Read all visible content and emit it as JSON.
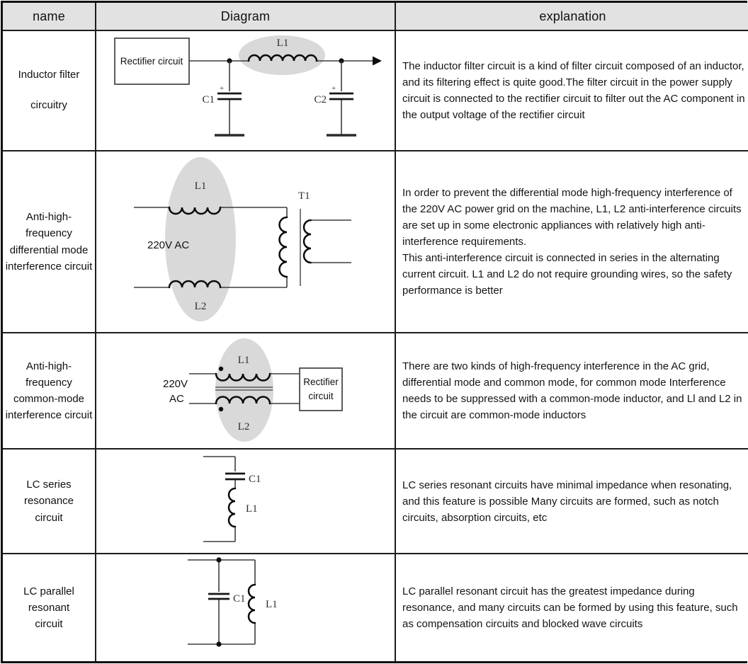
{
  "header": {
    "name": "name",
    "diagram": "Diagram",
    "explanation": "explanation"
  },
  "colors": {
    "header_bg": "#e2e2e2",
    "grid_line": "#1c1c1c",
    "highlight_ellipse": "#d9d9d9",
    "wire": "#3e3e3e",
    "coil": "#0a0a0a"
  },
  "rows": [
    {
      "name": "Inductor filter\ncircuitry",
      "labels": {
        "box": "Rectifier circuit",
        "l1": "L1",
        "c1": "C1",
        "c2": "C2",
        "plus1": "+",
        "plus2": "+"
      },
      "explanation": "The inductor filter circuit is a kind of filter circuit composed of an inductor, and its filtering effect is quite good.The filter circuit in the power supply circuit is connected to the rectifier circuit to filter out the AC component in the output voltage of the rectifier circuit"
    },
    {
      "name": "Anti-high-frequency\ndifferential mode\ninterference circuit",
      "labels": {
        "l1": "L1",
        "l2": "L2",
        "t1": "T1",
        "source": "220V AC"
      },
      "explanation": "In order to prevent the differential mode high-frequency interference of the 220V AC power grid on the machine, L1, L2 anti-interference circuits are set up in some electronic appliances with relatively high anti-interference requirements.\nThis anti-interference circuit is connected in series in the alternating current circuit. L1 and L2 do not require grounding wires, so the safety performance is better"
    },
    {
      "name": "Anti-high-frequency\ncommon-mode\ninterference circuit",
      "labels": {
        "l1": "L1",
        "l2": "L2",
        "source1": "220V",
        "source2": "AC",
        "box1": "Rectifier",
        "box2": "circuit"
      },
      "explanation": "There are two kinds of high-frequency interference in the AC grid, differential mode and common mode, for common mode Interference needs to be suppressed with a common-mode inductor, and Ll and L2 in the circuit are common-mode inductors"
    },
    {
      "name": "LC series resonance\ncircuit",
      "labels": {
        "c1": "C1",
        "l1": "L1"
      },
      "explanation": "LC series resonant circuits have minimal impedance when resonating, and this feature is possible Many circuits are formed, such as notch circuits, absorption circuits, etc"
    },
    {
      "name": "LC parallel resonant\ncircuit",
      "labels": {
        "c1": "C1",
        "l1": "L1"
      },
      "explanation": "LC parallel resonant circuit has the greatest impedance during resonance, and many circuits can be formed by using this feature, such as compensation circuits and blocked wave circuits"
    }
  ]
}
